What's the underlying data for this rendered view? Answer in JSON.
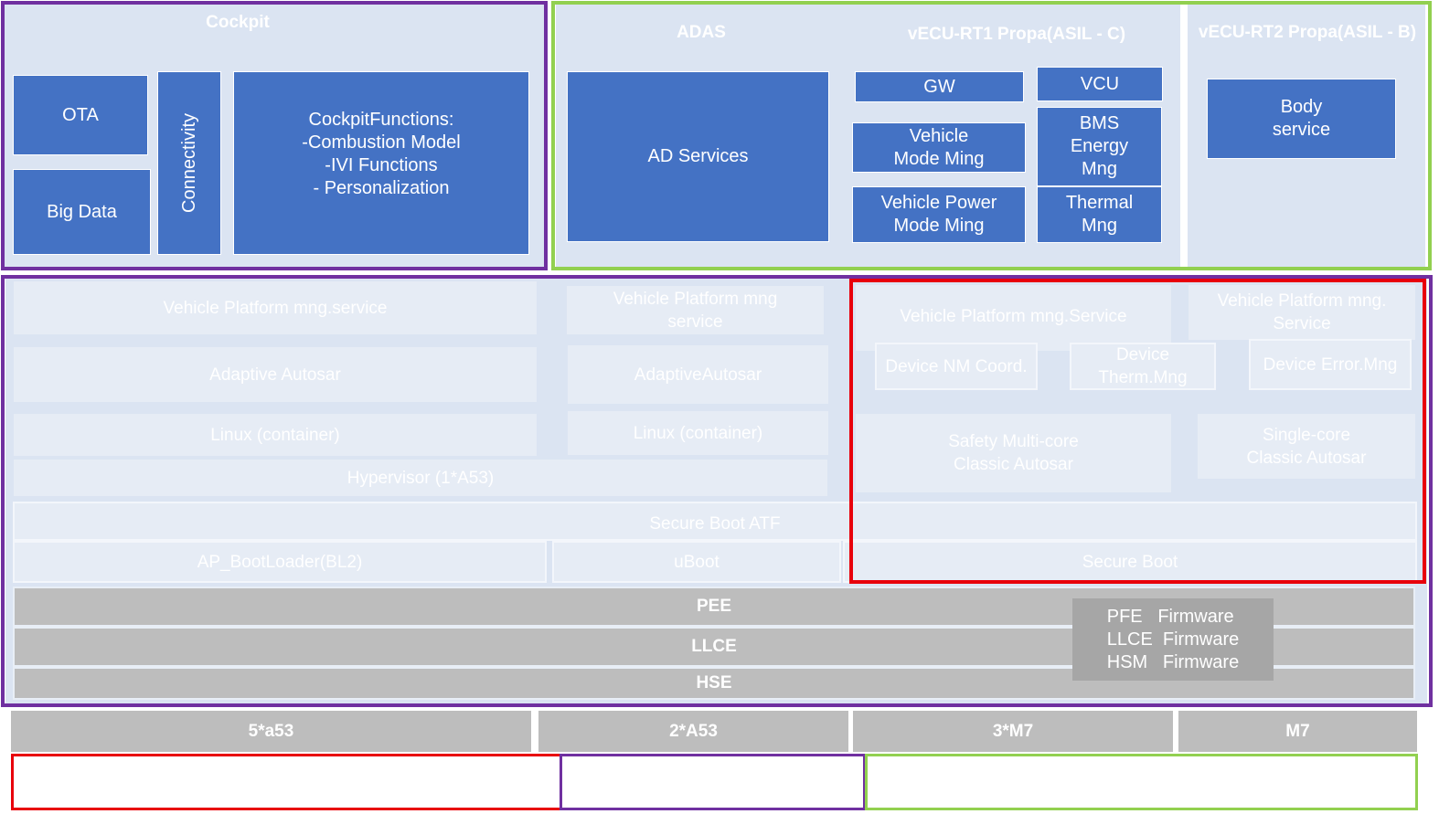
{
  "top": {
    "cockpit": {
      "title": "Cockpit",
      "ota": "OTA",
      "big_data": "Big Data",
      "connectivity": "Connectivity",
      "functions": "CockpitFunctions:\n-Combustion Model\n-IVI Functions\n- Personalization"
    },
    "adas": {
      "title": "ADAS",
      "ad_services": "AD Services"
    },
    "rt1": {
      "title": "vECU-RT1 Propa(ASIL - C)",
      "gw": "GW",
      "vcu": "VCU",
      "vehicle_mode": "Vehicle\nMode Ming",
      "bms": "BMS\nEnergy\nMng",
      "vehicle_power": "Vehicle Power\nMode Ming",
      "thermal": "Thermal\nMng"
    },
    "rt2": {
      "title": "vECU-RT2 Propa(ASIL - B)",
      "body": "Body\nservice"
    }
  },
  "platform": {
    "vpms_1": "Vehicle Platform mng.service",
    "vpms_2": "Vehicle  Platform      mng\nservice",
    "vpms_3": "Vehicle Platform mng.Service",
    "vpms_4": "Vehicle Platform mng.\nService",
    "adaptive_1": "Adaptive Autosar",
    "adaptive_2": "AdaptiveAutosar",
    "linux_1": "Linux (container)",
    "linux_2": "Linux (container)",
    "hypervisor": "Hypervisor (1*A53)",
    "device_nm": "Device NM Coord.",
    "device_therm": "Device\nTherm.Mng",
    "device_error": "Device Error.Mng",
    "safety_classic": "Safety Multi-core\nClassic Autosar",
    "single_classic": "Single-core\nClassic Autosar",
    "secure_boot_atf": "Secure Boot ATF",
    "ap_bootloader": "AP_BootLoader(BL2)",
    "uboot": "uBoot",
    "secure_boot": "Secure Boot",
    "pee": "PEE",
    "llce": "LLCE",
    "hse": "HSE",
    "firmware": "PFE   Firmware\nLLCE  Firmware\nHSM   Firmware"
  },
  "cores": {
    "c1": "5*a53",
    "c2": "2*A53",
    "c3": "3*M7",
    "c4": "M7"
  },
  "colors": {
    "purple": "#7030a0",
    "green": "#92d050",
    "red": "#e8000b",
    "blue": "#4472c4",
    "pane": "#dbe4f2",
    "gray": "#bdbdbd"
  }
}
